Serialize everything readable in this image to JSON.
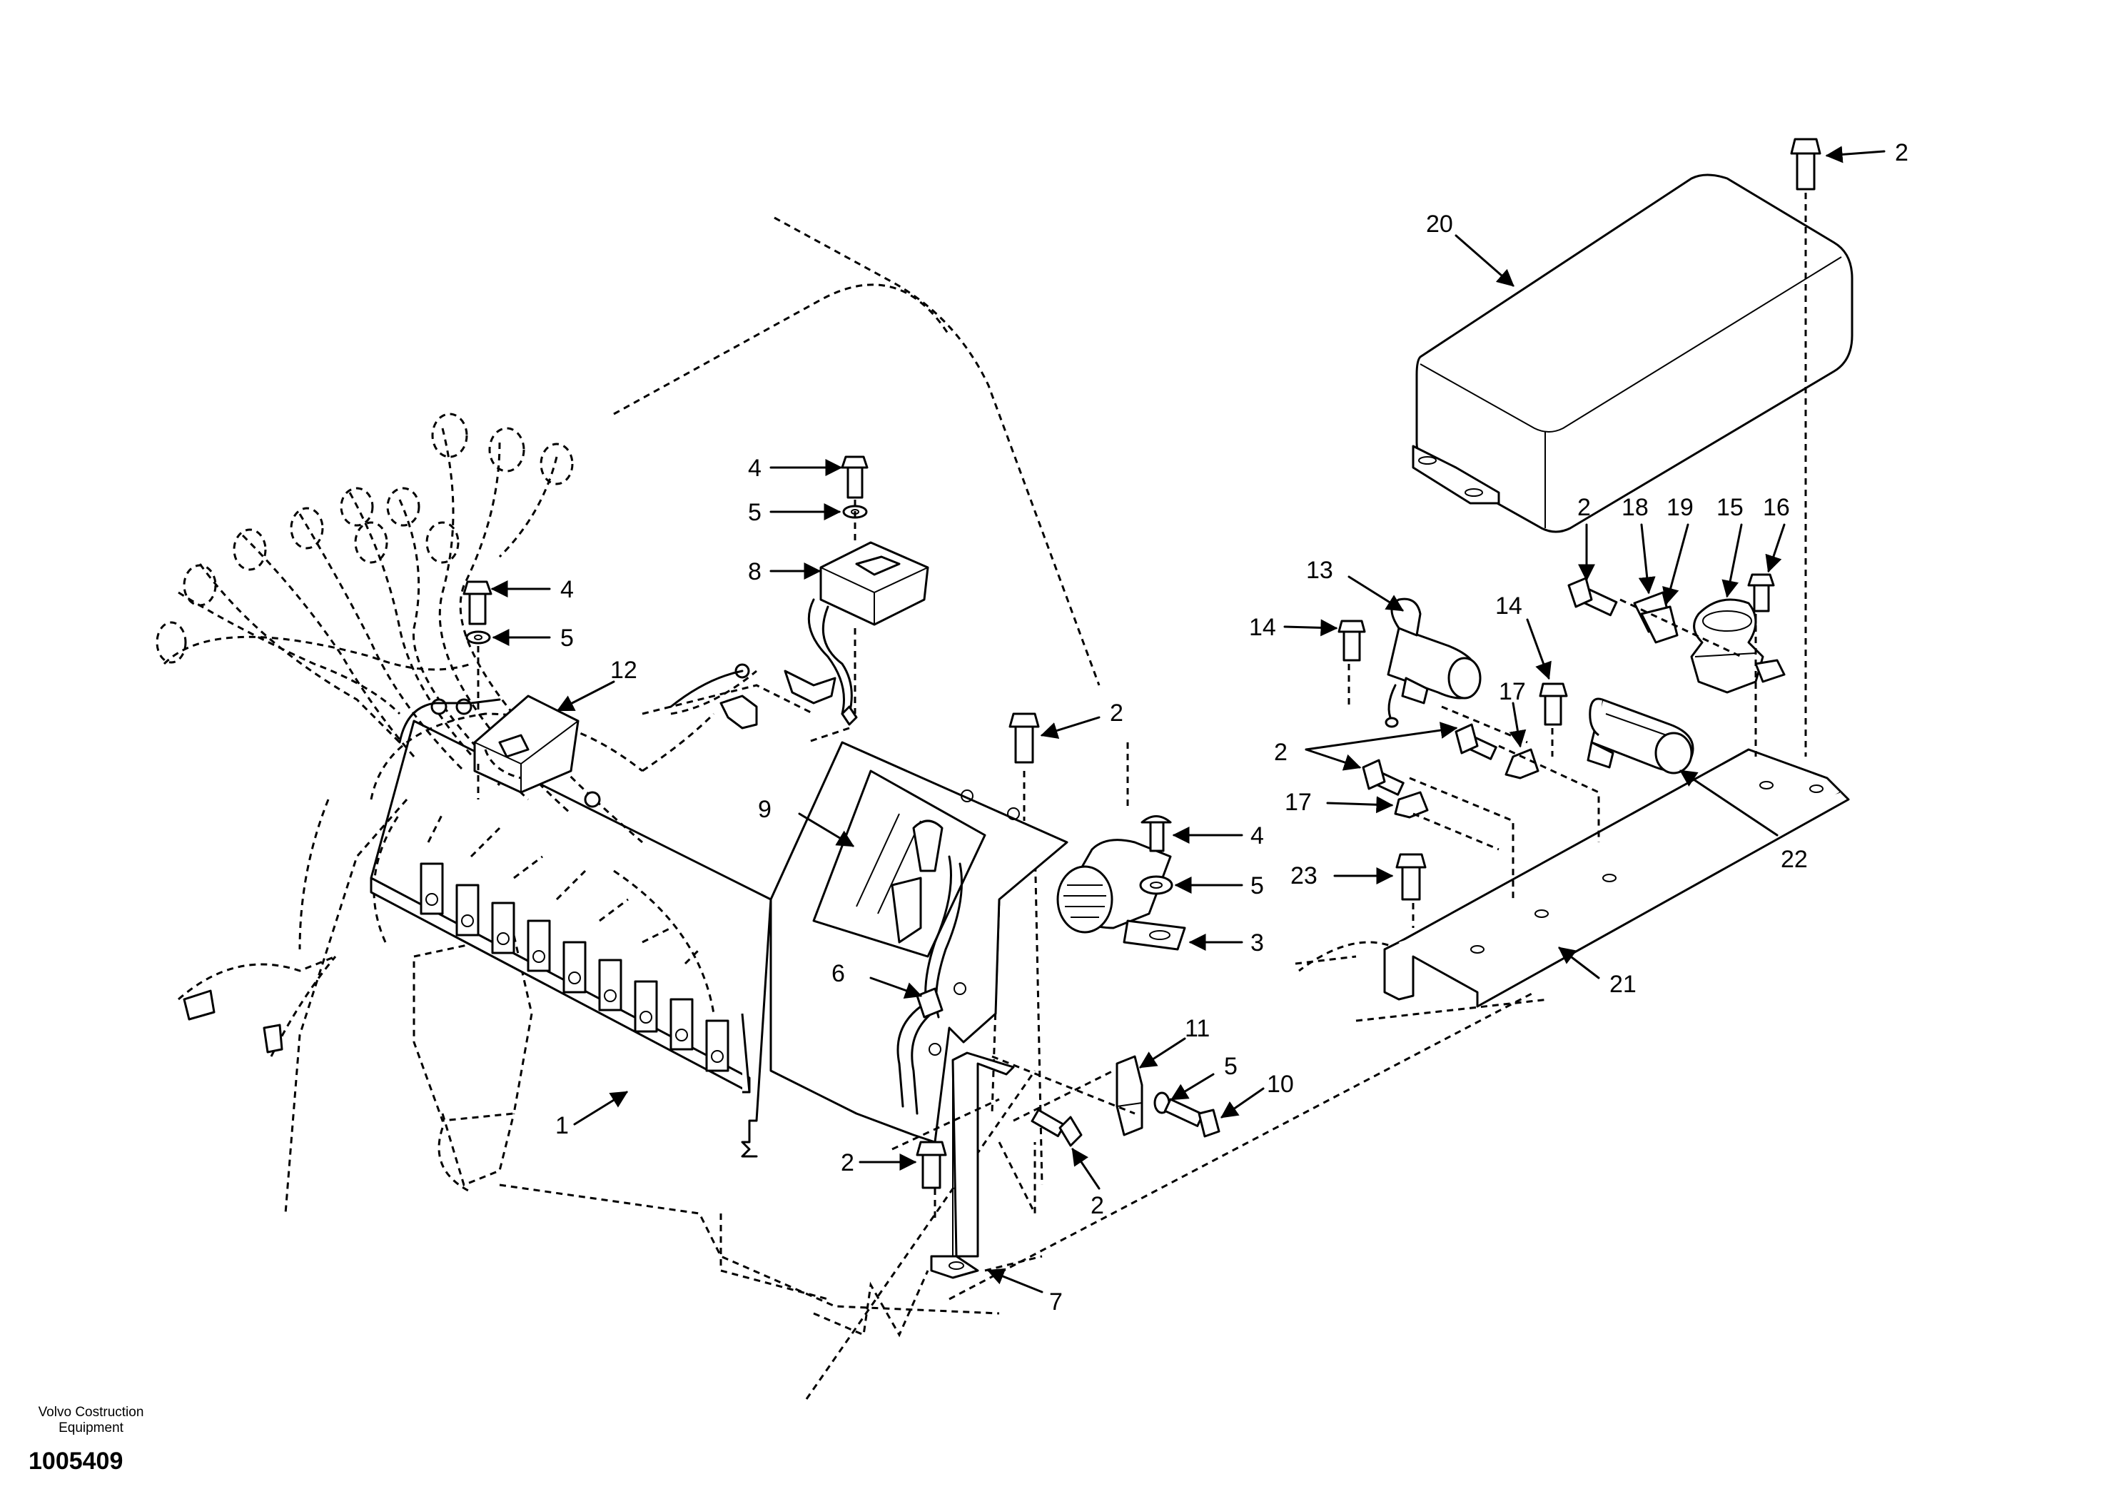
{
  "figure": {
    "callouts": [
      {
        "id": "c-2a",
        "label": "2"
      },
      {
        "id": "c-20",
        "label": "20"
      },
      {
        "id": "c-4a",
        "label": "4"
      },
      {
        "id": "c-5a",
        "label": "5"
      },
      {
        "id": "c-8",
        "label": "8"
      },
      {
        "id": "c-4b",
        "label": "4"
      },
      {
        "id": "c-5b",
        "label": "5"
      },
      {
        "id": "c-12",
        "label": "12"
      },
      {
        "id": "c-2b",
        "label": "2"
      },
      {
        "id": "c-9",
        "label": "9"
      },
      {
        "id": "c-4c",
        "label": "4"
      },
      {
        "id": "c-5c",
        "label": "5"
      },
      {
        "id": "c-3",
        "label": "3"
      },
      {
        "id": "c-6",
        "label": "6"
      },
      {
        "id": "c-11",
        "label": "11"
      },
      {
        "id": "c-5d",
        "label": "5"
      },
      {
        "id": "c-10",
        "label": "10"
      },
      {
        "id": "c-1",
        "label": "1"
      },
      {
        "id": "c-2c",
        "label": "2"
      },
      {
        "id": "c-2d",
        "label": "2"
      },
      {
        "id": "c-7",
        "label": "7"
      },
      {
        "id": "c-13",
        "label": "13"
      },
      {
        "id": "c-14a",
        "label": "14"
      },
      {
        "id": "c-14b",
        "label": "14"
      },
      {
        "id": "c-2e",
        "label": "2"
      },
      {
        "id": "c-18",
        "label": "18"
      },
      {
        "id": "c-19",
        "label": "19"
      },
      {
        "id": "c-15",
        "label": "15"
      },
      {
        "id": "c-16",
        "label": "16"
      },
      {
        "id": "c-17a",
        "label": "17"
      },
      {
        "id": "c-2f",
        "label": "2"
      },
      {
        "id": "c-17b",
        "label": "17"
      },
      {
        "id": "c-23",
        "label": "23"
      },
      {
        "id": "c-22",
        "label": "22"
      },
      {
        "id": "c-21",
        "label": "21"
      }
    ]
  },
  "footer": {
    "company_line1": "Volvo Costruction",
    "company_line2": "Equipment",
    "drawing_number": "1005409"
  }
}
